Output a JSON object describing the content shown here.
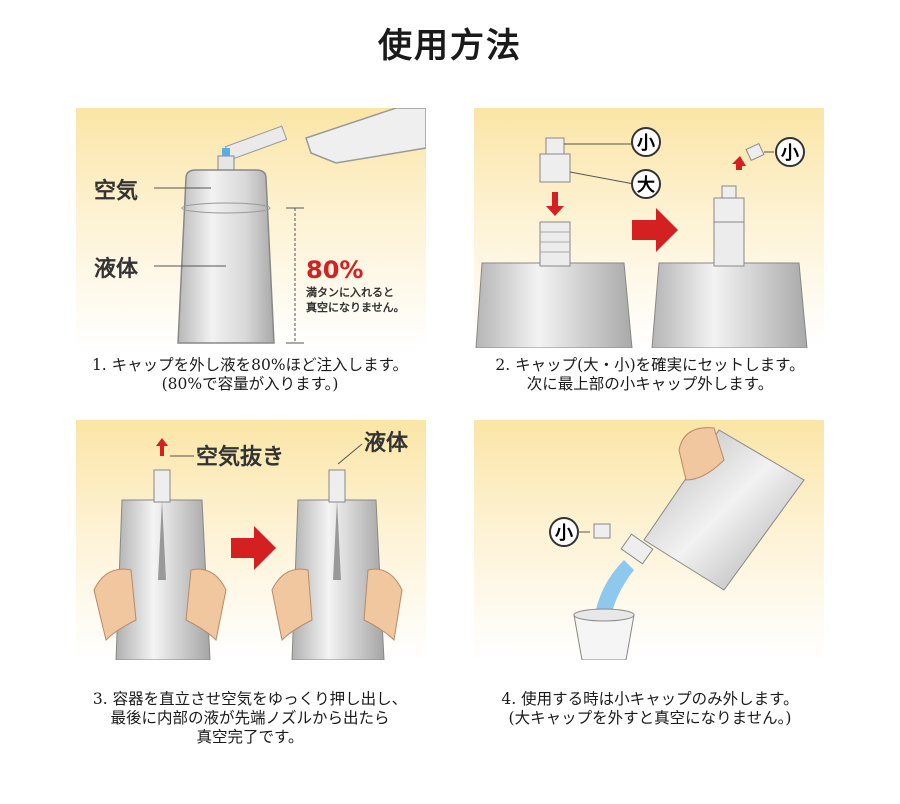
{
  "title": "使用方法",
  "steps": [
    {
      "labels": {
        "air": "空気",
        "liquid": "液体",
        "percent": "80%",
        "note1": "満タンに入れると",
        "note2": "真空になりません。"
      },
      "caption": [
        "1. キャップを外し液を80%ほど注入します。",
        "(80%で容量が入ります。)"
      ]
    },
    {
      "labels": {
        "small": "小",
        "large": "大",
        "small2": "小"
      },
      "caption": [
        "2. キャップ(大・小)を確実にセットします。",
        "次に最上部の小キャップ外します。"
      ]
    },
    {
      "labels": {
        "air_out": "空気抜き",
        "liquid": "液体"
      },
      "caption": [
        "3. 容器を直立させ空気をゆっくり押し出し、",
        "最後に内部の液が先端ノズルから出たら",
        "真空完了です。"
      ]
    },
    {
      "labels": {
        "small": "小"
      },
      "caption": [
        "4. 使用する時は小キャップのみ外します。",
        "(大キャップを外すと真空になりません。)"
      ]
    }
  ],
  "colors": {
    "accent_red": "#d42020",
    "panel_yellow": "#fbe5a6",
    "liquid_blue": "#8ec8ec"
  }
}
